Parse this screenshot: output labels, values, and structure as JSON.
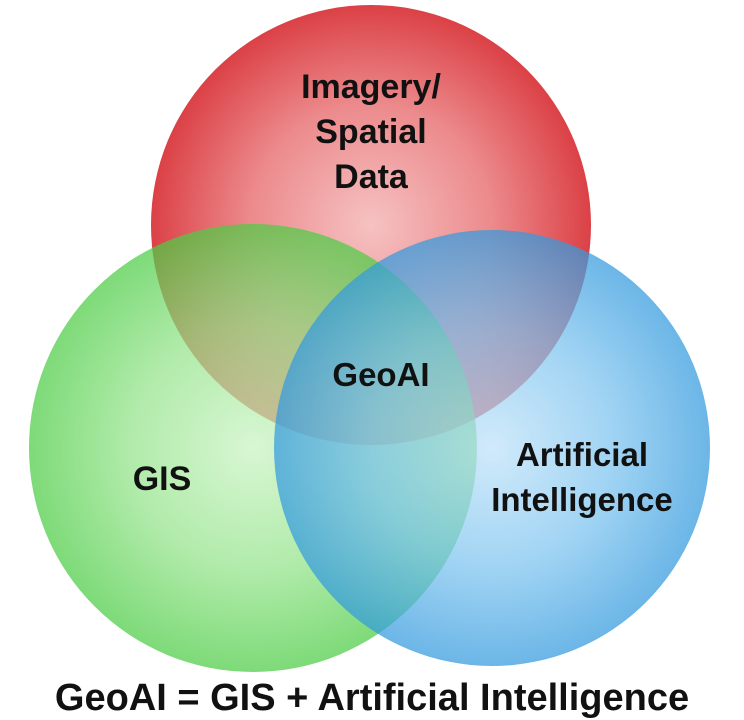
{
  "diagram": {
    "circles": [
      {
        "name": "imagery-spatial-data",
        "color": "#e0474c",
        "label_lines": [
          "Imagery/",
          "Spatial",
          "Data"
        ]
      },
      {
        "name": "gis",
        "color": "#57d34e",
        "label_lines": [
          "GIS"
        ]
      },
      {
        "name": "artificial-intelligence",
        "color": "#3a9fe0",
        "label_lines": [
          "Artificial",
          "Intelligence"
        ]
      }
    ],
    "center_label": "GeoAI",
    "caption": "GeoAI = GIS + Artificial Intelligence"
  }
}
